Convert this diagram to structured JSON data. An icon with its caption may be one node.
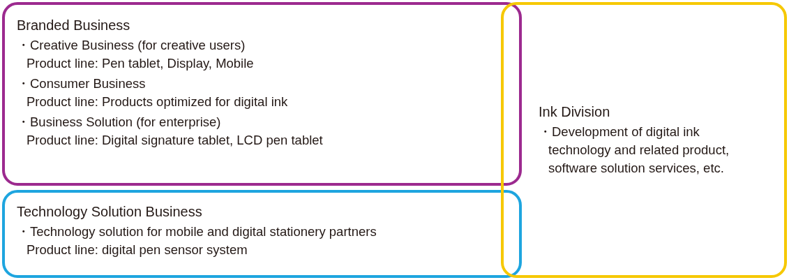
{
  "diagram": {
    "nodes": [
      {
        "text": [
          "Branded Business",
          "・Creative Business (for creative users)",
          "Product line: Pen tablet, Display, Mobile",
          "・Consumer Business",
          "Product line: Products optimized for digital ink",
          "・Business Solution (for enterprise)",
          "Product line: Digital signature tablet, LCD pen tablet"
        ]
      },
      {
        "text": [
          "Technology Solution Business",
          "・Technology solution for mobile and digital stationery partners",
          "Product line: digital pen sensor system"
        ]
      },
      {
        "text": [
          "Ink Division",
          "・Development of digital ink technology and related product, software solution services, etc."
        ]
      }
    ]
  }
}
